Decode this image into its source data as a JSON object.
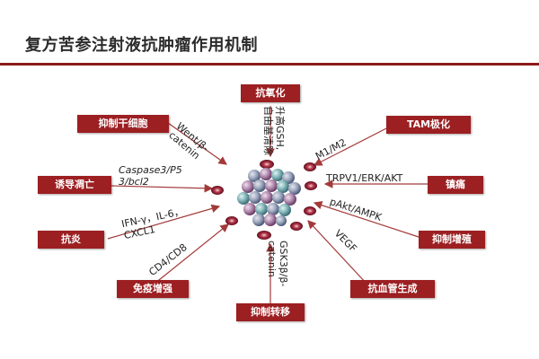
{
  "title": "复方苦参注射液抗肿瘤作用机制",
  "colors": {
    "accent": "#9c1f22",
    "arrow": "#a33a3a",
    "underline": "#8b1a1a"
  },
  "mechanisms": {
    "antioxidant": {
      "box": "抗氧化",
      "label_lines": [
        "升高GSH,",
        "自由基清除"
      ]
    },
    "tam": {
      "box": "TAM极化",
      "label": "M1/M2"
    },
    "pain": {
      "box": "镇痛",
      "label": "TRPV1/ERK/AKT"
    },
    "proliferation": {
      "box": "抑制增殖",
      "label": "pAkt/AMPK"
    },
    "angiogenesis": {
      "box": "抗血管生成",
      "label": "VEGF"
    },
    "metastasis": {
      "box": "抑制转移",
      "label_lines": [
        "GSK3β/β-",
        "catenin"
      ]
    },
    "immunity": {
      "box": "免疫增强",
      "label": "CD4/CD8"
    },
    "inflammation": {
      "box": "抗炎",
      "label_lines": [
        "IFN-γ，IL-6，",
        "CXCL1"
      ]
    },
    "apoptosis": {
      "box": "诱导凋亡",
      "label_lines": [
        "Caspase3/P5",
        "3/bcl2"
      ]
    },
    "cell_inhibition": {
      "box": "抑制干细胞",
      "label_lines": [
        "Went/β-",
        "catenin"
      ]
    }
  }
}
